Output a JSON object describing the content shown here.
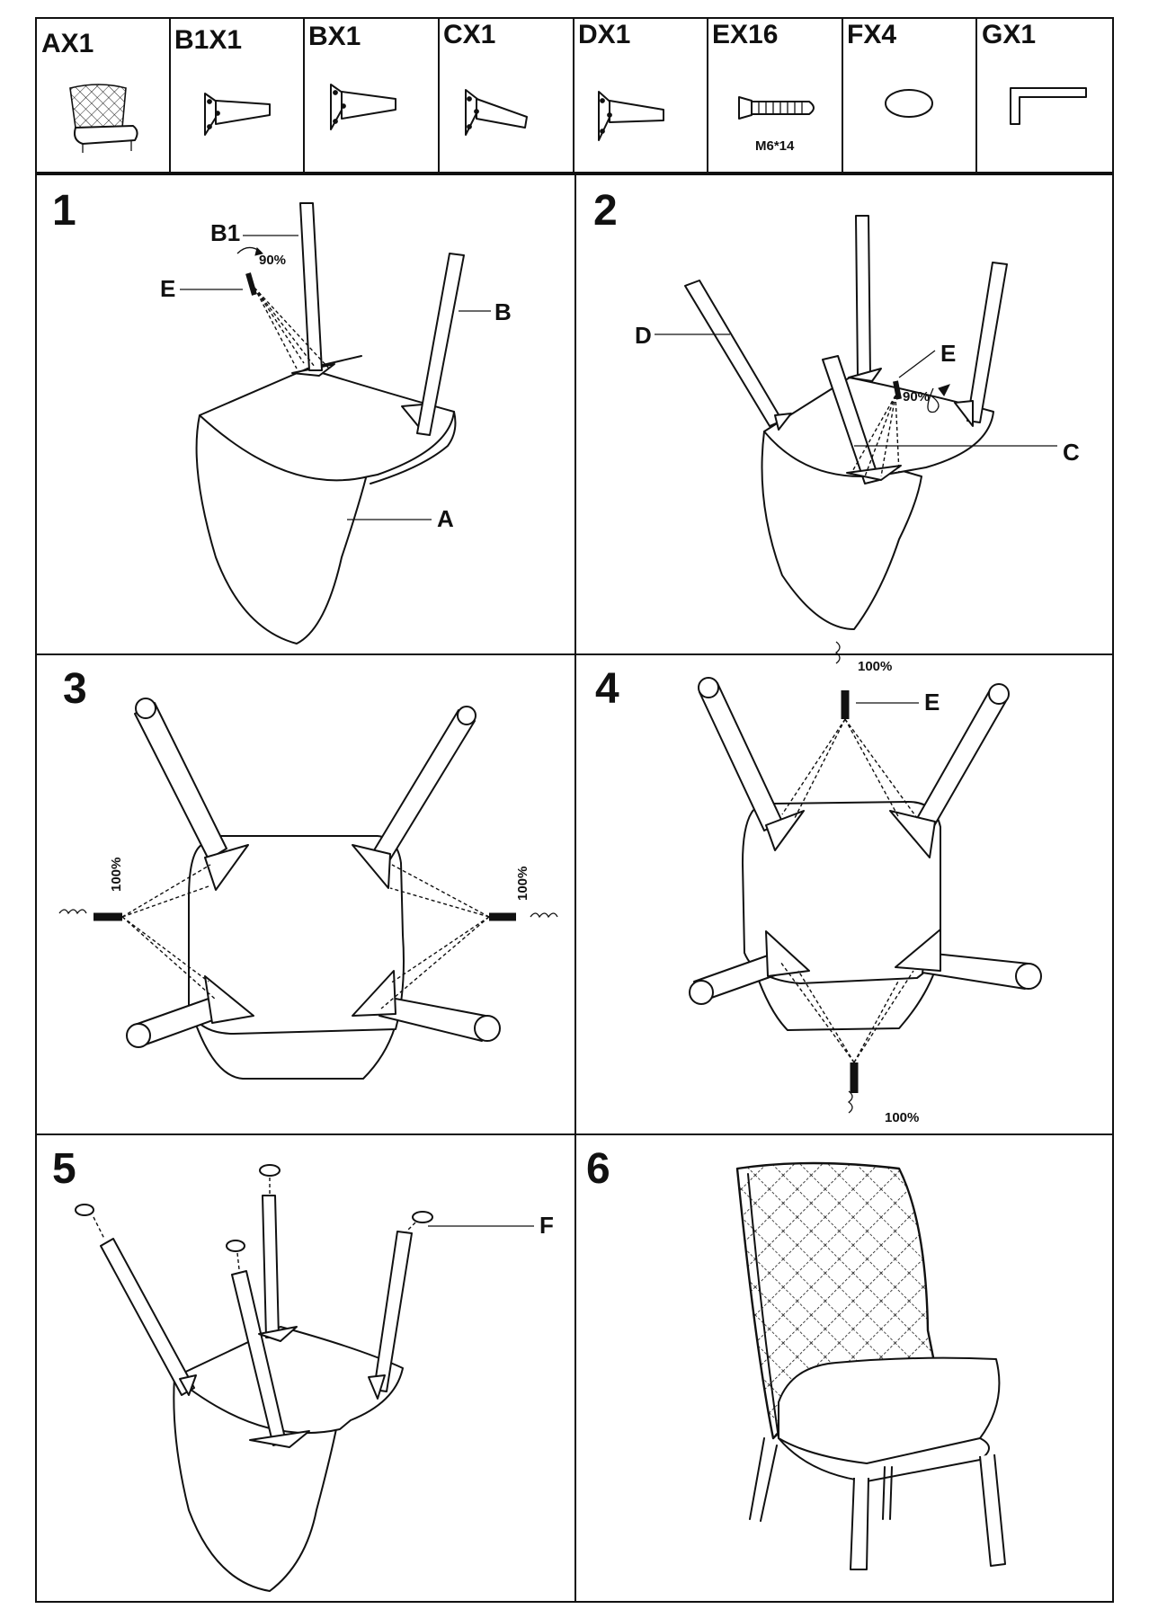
{
  "parts": [
    {
      "id": "A",
      "label": "AX1",
      "icon": "chair-seat-icon"
    },
    {
      "id": "B1",
      "label": "B1X1",
      "icon": "leg-icon"
    },
    {
      "id": "B",
      "label": "BX1",
      "icon": "leg-icon"
    },
    {
      "id": "C",
      "label": "CX1",
      "icon": "leg-icon"
    },
    {
      "id": "D",
      "label": "DX1",
      "icon": "leg-icon"
    },
    {
      "id": "E",
      "label": "EX16",
      "icon": "bolt-icon",
      "note": "M6*14"
    },
    {
      "id": "F",
      "label": "FX4",
      "icon": "felt-pad-icon"
    },
    {
      "id": "G",
      "label": "GX1",
      "icon": "allen-key-icon"
    }
  ],
  "steps": [
    {
      "number": "1",
      "labels": {
        "b1": "B1",
        "e": "E",
        "b": "B",
        "a": "A"
      },
      "rotation": "90%"
    },
    {
      "number": "2",
      "labels": {
        "d": "D",
        "e": "E",
        "c": "C"
      },
      "rotation": "90%"
    },
    {
      "number": "3",
      "tighten": "100%"
    },
    {
      "number": "4",
      "labels": {
        "e": "E"
      },
      "tighten": "100%"
    },
    {
      "number": "5",
      "labels": {
        "f": "F"
      }
    },
    {
      "number": "6"
    }
  ]
}
